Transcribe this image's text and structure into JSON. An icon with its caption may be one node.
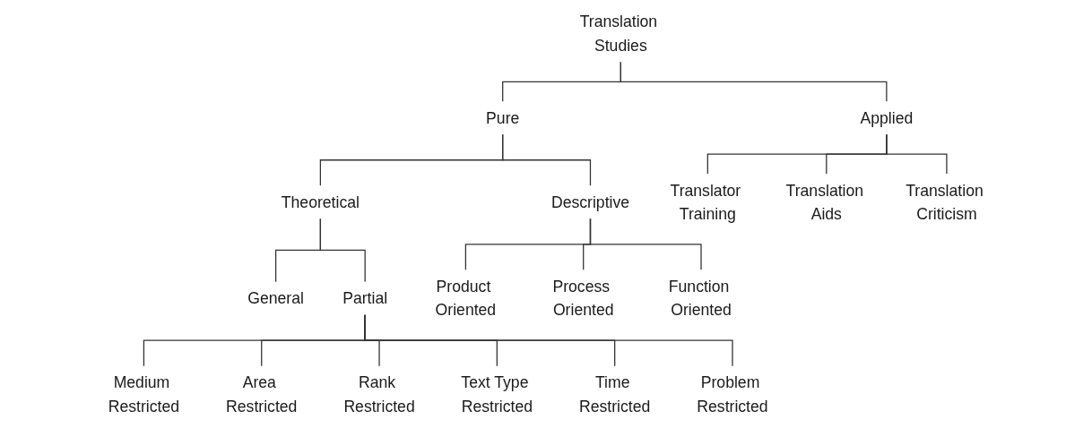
{
  "diagram": {
    "nodes": [
      {
        "text": [
          "Translation Studies"
        ]
      },
      {
        "text": [
          "Pure"
        ]
      },
      {
        "text": [
          "Applied"
        ]
      },
      {
        "text": [
          "Theoretical"
        ]
      },
      {
        "text": [
          "Descriptive"
        ]
      },
      {
        "text": [
          "Translator Training"
        ]
      },
      {
        "text": [
          "Translation Aids"
        ]
      },
      {
        "text": [
          "Translation Criticism"
        ]
      },
      {
        "text": [
          "General"
        ]
      },
      {
        "text": [
          "Partial"
        ]
      },
      {
        "text": [
          "Product Oriented"
        ]
      },
      {
        "text": [
          "Process Oriented"
        ]
      },
      {
        "text": [
          "Function Oriented"
        ]
      },
      {
        "text": [
          "Medium Restricted"
        ]
      },
      {
        "text": [
          "Area Restricted"
        ]
      },
      {
        "text": [
          "Rank Restricted"
        ]
      },
      {
        "text": [
          "Text Type Restricted"
        ]
      },
      {
        "text": [
          "Time Restricted"
        ]
      },
      {
        "text": [
          "Problem Restricted"
        ]
      }
    ],
    "edges": [
      {
        "from": 0,
        "to": 1,
        "arrow": "none"
      },
      {
        "from": 0,
        "to": 2,
        "arrow": "none"
      },
      {
        "from": 1,
        "to": 3,
        "arrow": "none"
      },
      {
        "from": 1,
        "to": 4,
        "arrow": "none"
      },
      {
        "from": 2,
        "to": 5,
        "arrow": "none"
      },
      {
        "from": 2,
        "to": 6,
        "arrow": "none"
      },
      {
        "from": 2,
        "to": 7,
        "arrow": "none"
      },
      {
        "from": 3,
        "to": 8,
        "arrow": "none"
      },
      {
        "from": 3,
        "to": 9,
        "arrow": "none"
      },
      {
        "from": 4,
        "to": 10,
        "arrow": "none"
      },
      {
        "from": 4,
        "to": 11,
        "arrow": "none"
      },
      {
        "from": 4,
        "to": 12,
        "arrow": "none"
      },
      {
        "from": 9,
        "to": 13,
        "arrow": "none"
      },
      {
        "from": 9,
        "to": 14,
        "arrow": "none"
      },
      {
        "from": 9,
        "to": 15,
        "arrow": "none"
      },
      {
        "from": 9,
        "to": 16,
        "arrow": "none"
      },
      {
        "from": 9,
        "to": 17,
        "arrow": "none"
      },
      {
        "from": 9,
        "to": 18,
        "arrow": "none"
      }
    ]
  }
}
